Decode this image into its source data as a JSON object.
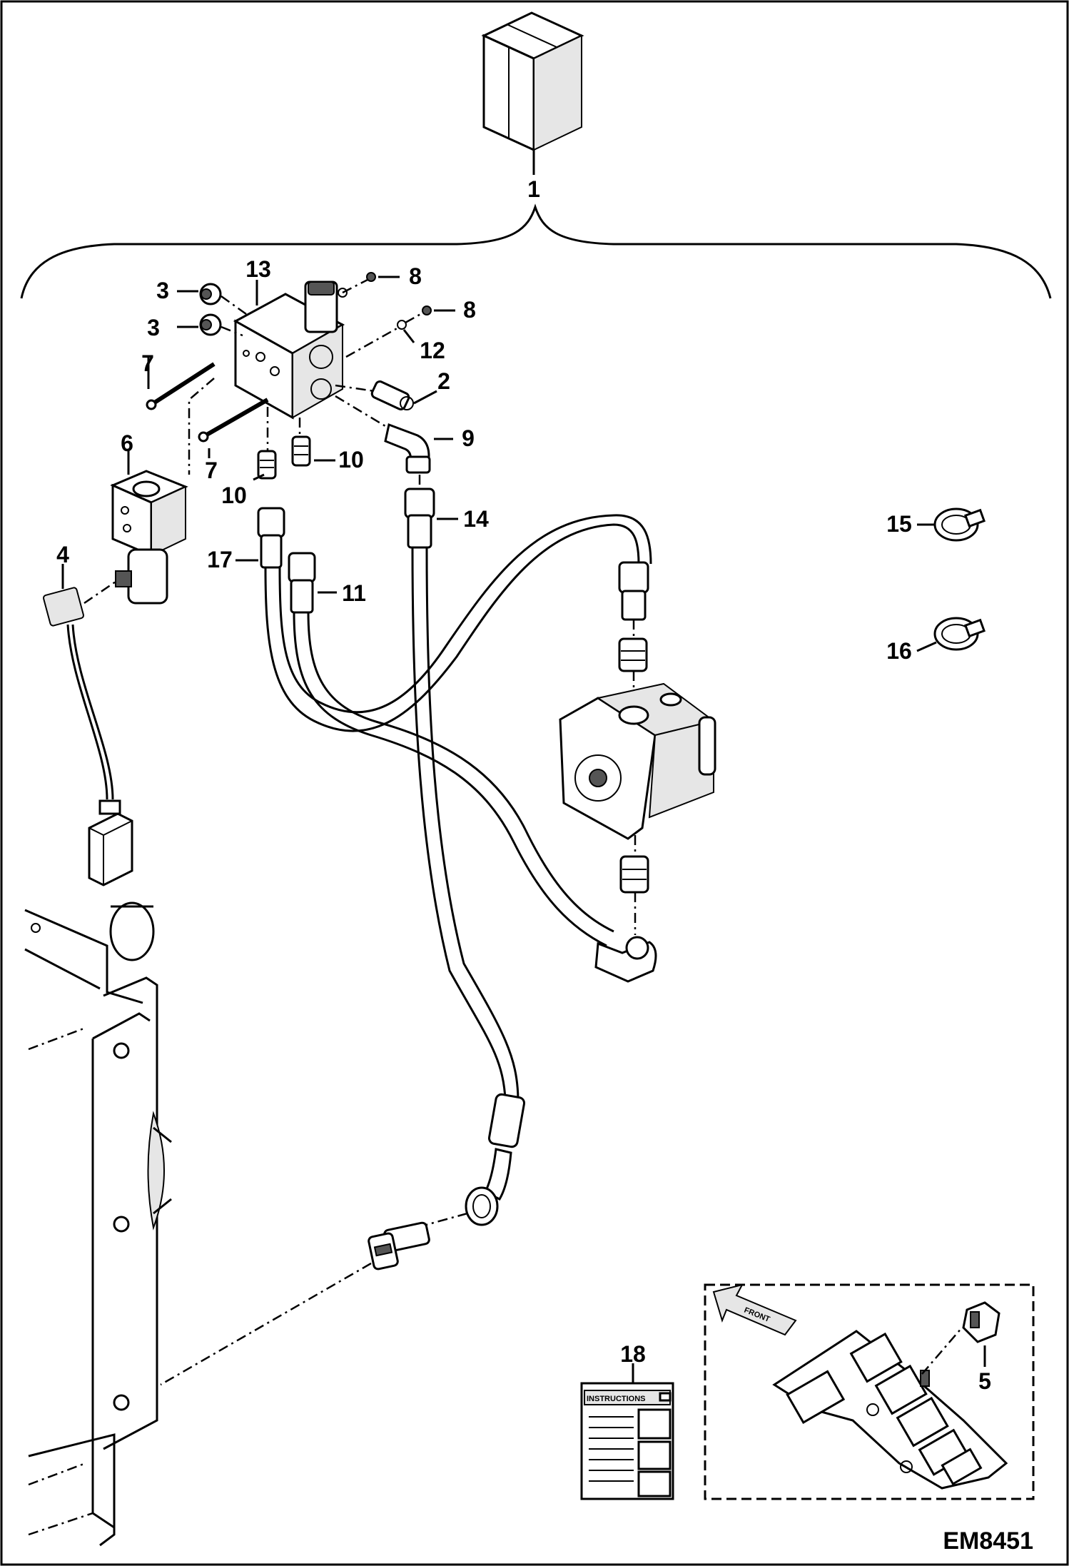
{
  "diagram": {
    "reference": "EM8451",
    "callouts": {
      "c1": "1",
      "c2": "2",
      "c3a": "3",
      "c3b": "3",
      "c4": "4",
      "c5": "5",
      "c6": "6",
      "c7a": "7",
      "c7b": "7",
      "c8a": "8",
      "c8b": "8",
      "c9": "9",
      "c10a": "10",
      "c10b": "10",
      "c11": "11",
      "c12": "12",
      "c13": "13",
      "c14": "14",
      "c15": "15",
      "c16": "16",
      "c17": "17",
      "c18": "18"
    },
    "decal_text": "INSTRUCTIONS",
    "detail_arrow_text": "FRONT"
  }
}
